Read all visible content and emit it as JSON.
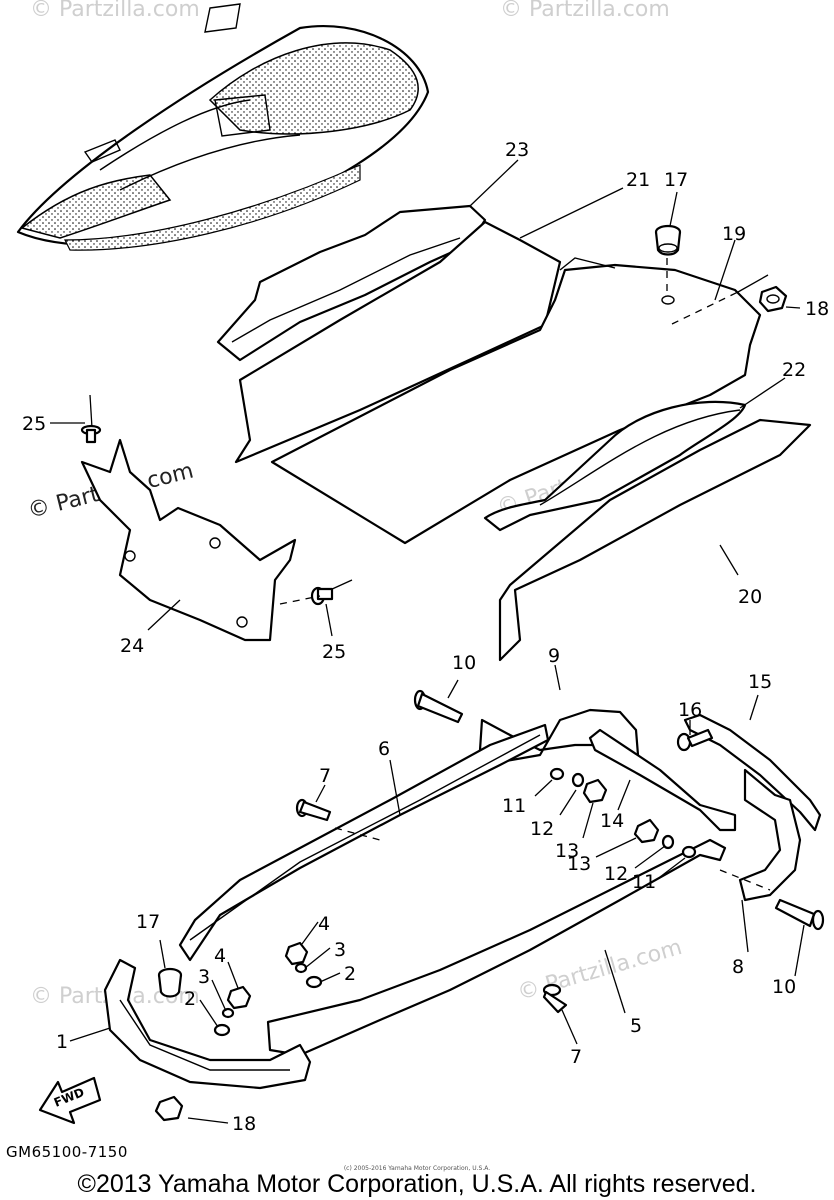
{
  "watermark": "© Partzilla.com",
  "callouts": {
    "c23": "23",
    "c21": "21",
    "c17a": "17",
    "c19": "19",
    "c18a": "18",
    "c22": "22",
    "c25a": "25",
    "c24": "24",
    "c25b": "25",
    "c20": "20",
    "c10a": "10",
    "c9": "9",
    "c15": "15",
    "c16": "16",
    "c6": "6",
    "c7a": "7",
    "c11a": "11",
    "c12a": "12",
    "c13a": "13",
    "c14": "14",
    "c13b": "13",
    "c12b": "12",
    "c11b": "11",
    "c17b": "17",
    "c4a": "4",
    "c3a": "3",
    "c2a": "2",
    "c4b": "4",
    "c3b": "3",
    "c2b": "2",
    "c8": "8",
    "c10b": "10",
    "c1": "1",
    "c5": "5",
    "c7b": "7",
    "c18b": "18"
  },
  "fwd_label": "FWD",
  "diagram_code": "GM65100-7150",
  "fine_print": "(c) 2005-2016 Yamaha Motor Corporation, U.S.A.",
  "copyright": "©2013 Yamaha Motor Corporation, U.S.A. All rights reserved."
}
